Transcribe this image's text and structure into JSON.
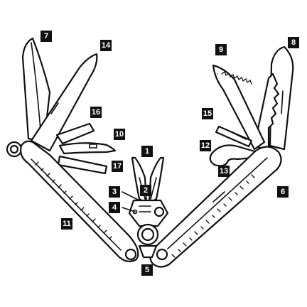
{
  "diagram": {
    "accent": "#111111",
    "background": "#ffffff",
    "callouts": [
      {
        "id": "c7",
        "text": "7"
      },
      {
        "id": "c14",
        "text": "14"
      },
      {
        "id": "c9",
        "text": "9"
      },
      {
        "id": "c8",
        "text": "8"
      },
      {
        "id": "c16",
        "text": "16"
      },
      {
        "id": "c15",
        "text": "15"
      },
      {
        "id": "c10",
        "text": "10"
      },
      {
        "id": "c1",
        "text": "1"
      },
      {
        "id": "c12",
        "text": "12"
      },
      {
        "id": "c17",
        "text": "17"
      },
      {
        "id": "c13",
        "text": "13"
      },
      {
        "id": "c3",
        "text": "3"
      },
      {
        "id": "c2",
        "text": "2"
      },
      {
        "id": "c6",
        "text": "6"
      },
      {
        "id": "c4",
        "text": "4"
      },
      {
        "id": "c11",
        "text": "11"
      },
      {
        "id": "c5",
        "text": "5"
      }
    ]
  }
}
